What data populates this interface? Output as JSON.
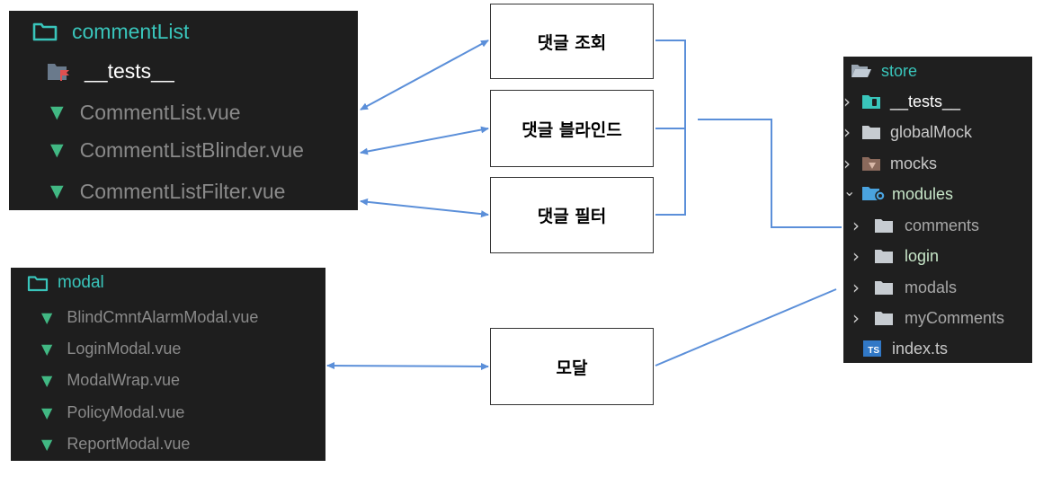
{
  "comment_panel": {
    "folder": "commentList",
    "tests": "__tests__",
    "files": [
      "CommentList.vue",
      "CommentListBlinder.vue",
      "CommentListFilter.vue"
    ]
  },
  "modal_panel": {
    "folder": "modal",
    "files": [
      "BlindCmntAlarmModal.vue",
      "LoginModal.vue",
      "ModalWrap.vue",
      "PolicyModal.vue",
      "ReportModal.vue"
    ]
  },
  "store_panel": {
    "root": "store",
    "tests": "__tests__",
    "globalMock": "globalMock",
    "mocks": "mocks",
    "modules": "modules",
    "comments": "comments",
    "login": "login",
    "modals": "modals",
    "myComments": "myComments",
    "index": "index.ts",
    "ts_badge": "TS"
  },
  "boxes": {
    "lookup": "댓글 조회",
    "blind": "댓글 블라인드",
    "filter": "댓글 필터",
    "modal": "모달"
  },
  "icons": {
    "vue": "▼",
    "chevron_right": "›",
    "chevron_down": "⌄"
  },
  "colors": {
    "panel_bg": "#1e1e1e",
    "teal": "#39c5bb",
    "vue_green": "#41b883",
    "dim_text": "#8a8a8a",
    "arrow": "#5b8fd9"
  }
}
